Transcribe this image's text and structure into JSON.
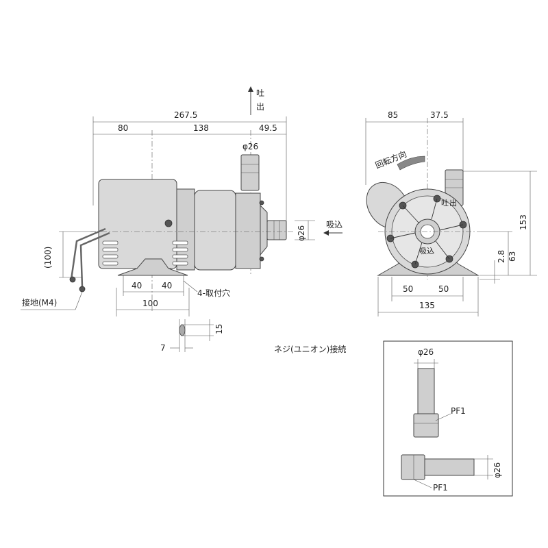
{
  "side_view": {
    "discharge_label": "吐出",
    "overall_length": "267.5",
    "seg_motor": "80",
    "seg_body": "138",
    "seg_head": "49.5",
    "outlet_dia": "φ26",
    "inlet_dia": "φ26",
    "suction_label": "吸込",
    "height_100": "(100)",
    "ground_label": "接地(M4)",
    "foot_40a": "40",
    "foot_40b": "40",
    "foot_100": "100",
    "mount_holes": "4-取付穴",
    "hole_7": "7",
    "hole_15": "15"
  },
  "front_view": {
    "width_85": "85",
    "width_37_5": "37.5",
    "rotation_label": "回転方向",
    "discharge_small": "吐出",
    "suction_small": "吸込",
    "height_153": "153",
    "height_63": "63",
    "height_2_8": "2.8",
    "base_50a": "50",
    "base_50b": "50",
    "base_135": "135"
  },
  "union_detail": {
    "title": "ネジ(ユニオン)接続",
    "dia_top": "φ26",
    "pf_top": "PF1",
    "dia_side": "φ26",
    "pf_bottom": "PF1"
  }
}
